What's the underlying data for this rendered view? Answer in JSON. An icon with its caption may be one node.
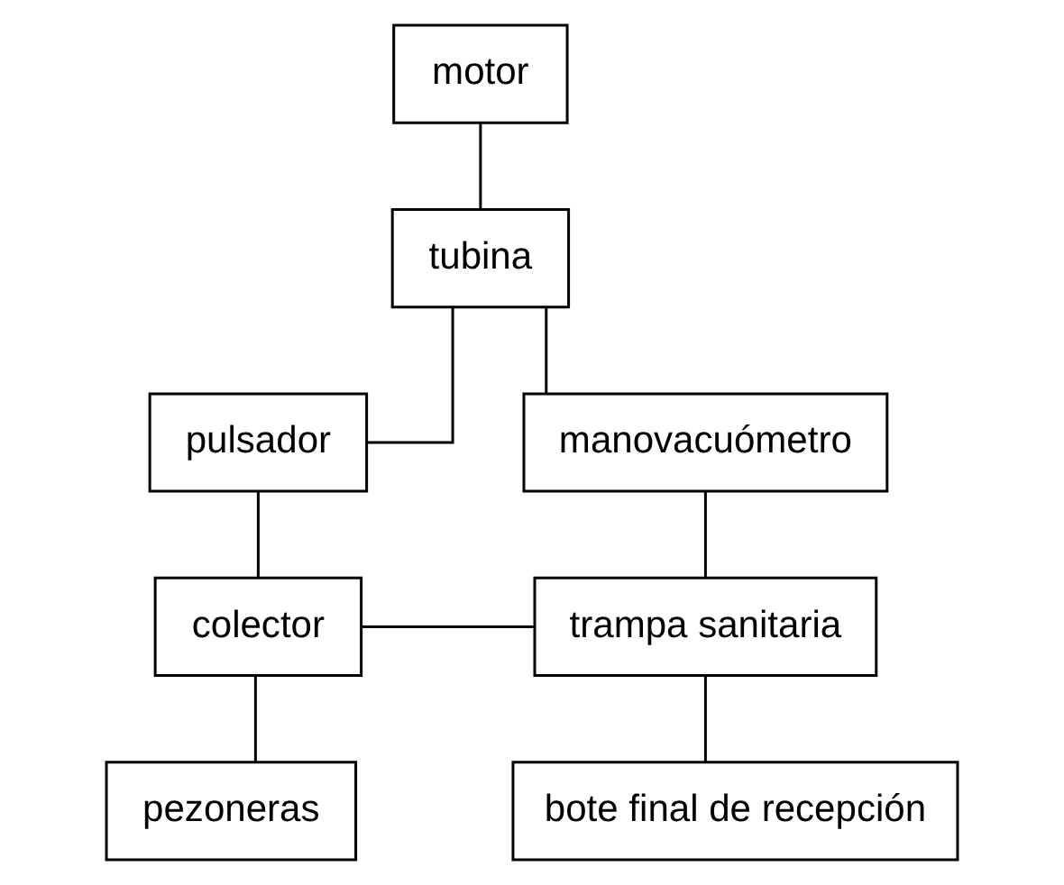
{
  "diagram": {
    "nodes": [
      {
        "text": [
          "motor"
        ]
      },
      {
        "text": [
          "tubina"
        ]
      },
      {
        "text": [
          "manovacuómetro"
        ]
      },
      {
        "text": [
          "pulsador"
        ]
      },
      {
        "text": [
          "colector"
        ]
      },
      {
        "text": [
          "trampa sanitaria"
        ]
      },
      {
        "text": [
          "pezoneras"
        ]
      },
      {
        "text": [
          "bote final de recepción"
        ]
      }
    ],
    "edges": [
      {
        "from": 0,
        "to": 1,
        "arrow": "none"
      },
      {
        "from": 1,
        "to": 3,
        "arrow": "none"
      },
      {
        "from": 1,
        "to": 2,
        "arrow": "none"
      },
      {
        "from": 3,
        "to": 4,
        "arrow": "none"
      },
      {
        "from": 4,
        "to": 6,
        "arrow": "none"
      },
      {
        "from": 4,
        "to": 5,
        "arrow": "none"
      },
      {
        "from": 2,
        "to": 5,
        "arrow": "none"
      },
      {
        "from": 5,
        "to": 7,
        "arrow": "none"
      }
    ]
  }
}
